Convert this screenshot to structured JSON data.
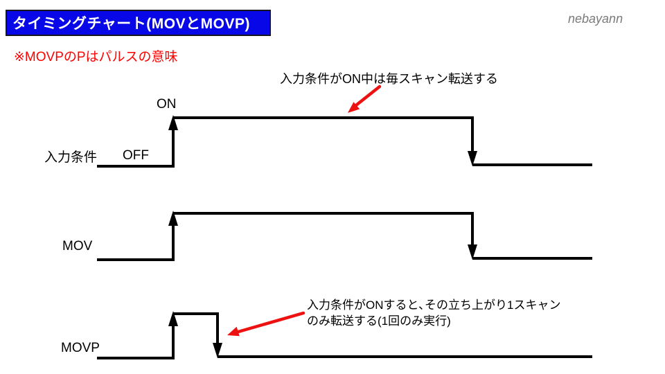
{
  "title": {
    "text": "タイミングチャート(MOVとMOVP)"
  },
  "watermark": "nebayann",
  "note": "※MOVPのPはパルスの意味",
  "annotations": {
    "scan_transfer": "入力条件がON中は毎スキャン転送する",
    "pulse_line1": "入力条件がONすると､その立ち上がり1スキャン",
    "pulse_line2": "のみ転送する(1回のみ実行)"
  },
  "signals": {
    "input": {
      "label": "入力条件",
      "off": "OFF",
      "on": "ON"
    },
    "mov": {
      "label": "MOV"
    },
    "movp": {
      "label": "MOVP"
    }
  },
  "colors": {
    "title_bg": "#0707e8",
    "title_text": "#ffffff",
    "note_red": "#ff0000",
    "arrow_red": "#ee1111",
    "line": "#000000",
    "watermark": "#7a7a7a"
  },
  "chart_data": {
    "type": "timing-diagram",
    "title": "タイミングチャート(MOVとMOVP)",
    "signals": [
      {
        "name": "入力条件",
        "sequence": [
          "OFF",
          "ON",
          "OFF"
        ],
        "note": "入力条件がON中は毎スキャン転送する"
      },
      {
        "name": "MOV",
        "sequence": [
          "OFF",
          "ON",
          "OFF"
        ],
        "note": "入力条件がON中は毎スキャン転送する"
      },
      {
        "name": "MOVP",
        "sequence": [
          "OFF",
          "1スキャンのみON(パルス)",
          "OFF"
        ],
        "note": "入力条件がONすると､その立ち上がり1スキャンのみ転送する(1回のみ実行)"
      }
    ]
  }
}
